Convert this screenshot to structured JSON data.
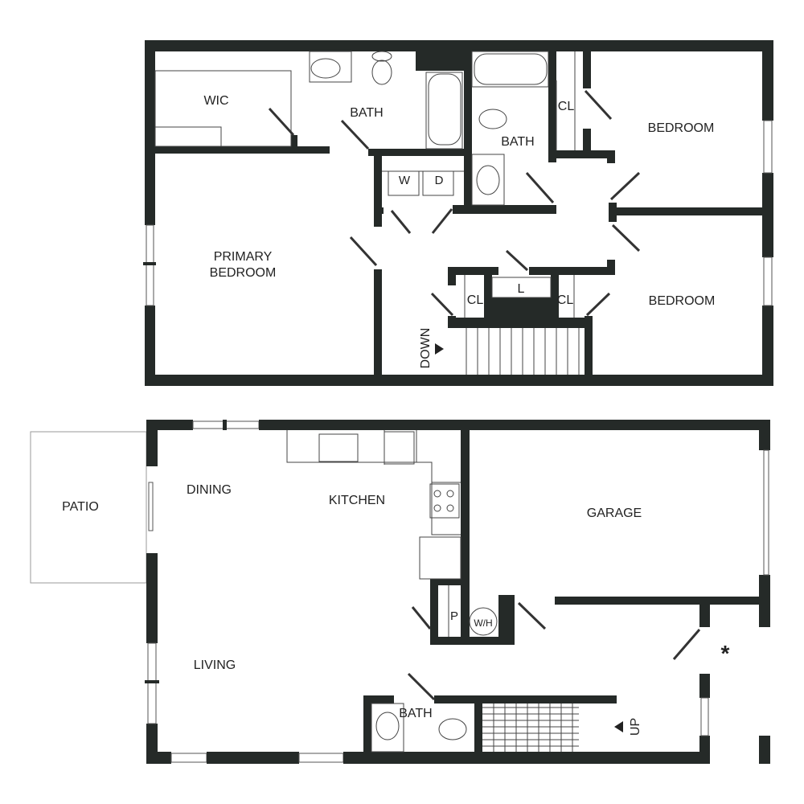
{
  "upper_floor": {
    "rooms": {
      "wic": "WIC",
      "bath_primary": "BATH",
      "bath_hall": "BATH",
      "closet_1": "CL",
      "bedroom_1": "BEDROOM",
      "washer": "W",
      "dryer": "D",
      "primary_line1": "PRIMARY",
      "primary_line2": "BEDROOM",
      "closet_2": "CL",
      "linen": "L",
      "closet_3": "CL",
      "bedroom_2": "BEDROOM",
      "stairs": "DOWN"
    }
  },
  "lower_floor": {
    "rooms": {
      "patio": "PATIO",
      "dining": "DINING",
      "kitchen": "KITCHEN",
      "garage": "GARAGE",
      "pantry": "P",
      "water_heater": "W/H",
      "living": "LIVING",
      "bath": "BATH",
      "stairs": "UP",
      "entry_marker": "*"
    }
  },
  "colors": {
    "wall": "#252a28",
    "background": "#ffffff"
  }
}
